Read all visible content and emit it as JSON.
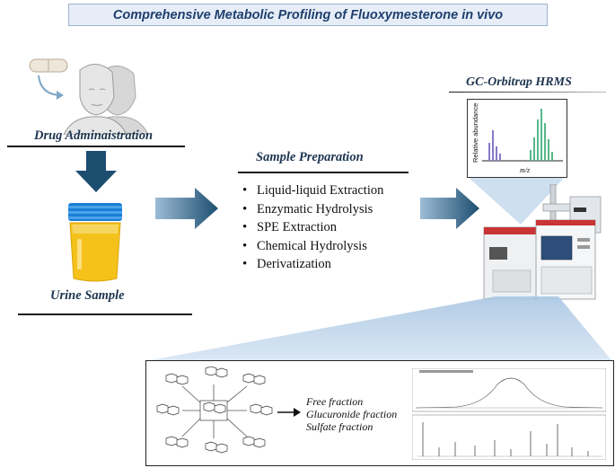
{
  "title": "Comprehensive Metabolic Profiling of Fluoxymesterone in vivo",
  "stages": {
    "drug": {
      "label": "Drug Adminaistration"
    },
    "urine": {
      "label": "Urine Sample"
    },
    "prep": {
      "label": "Sample Preparation",
      "steps": [
        "Liquid-liquid Extraction",
        "Enzymatic Hydrolysis",
        "SPE Extraction",
        "Chemical Hydrolysis",
        "Derivatization"
      ]
    },
    "instrument": {
      "label": "GC-Orbitrap HRMS",
      "spectrum": {
        "ylabel": "Relative abundance",
        "xlabel": "m/z"
      }
    }
  },
  "results": {
    "fractions": [
      "Free fraction",
      "Glucuronide fraction",
      "Sulfate fraction"
    ]
  },
  "colors": {
    "arrow_dark": "#1d4e70",
    "arrow_light": "#7ea6c4",
    "urine_yellow": "#f4c21a",
    "cap_blue": "#1a7fd6",
    "peak_purple": "#8878c8",
    "peak_green": "#58b888",
    "title_text": "#1e3f6e"
  }
}
